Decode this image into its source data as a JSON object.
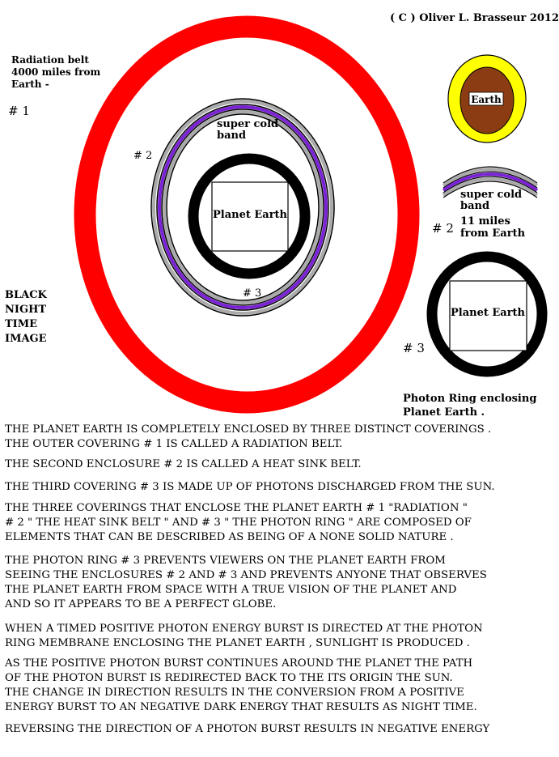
{
  "copyright": "( C ) Oliver L. Brasseur 2012",
  "left_labels": {
    "radiation_belt": [
      "Radiation belt",
      "4000 miles from",
      "Earth -"
    ],
    "num1": "#  1",
    "black_night": [
      "BLACK",
      "NIGHT",
      "TIME",
      "IMAGE"
    ]
  },
  "main_diagram": {
    "num2": "# 2",
    "super_cold": [
      "super cold",
      "band"
    ],
    "planet_earth": "Planet Earth",
    "num3": "# 3"
  },
  "right_diagram": {
    "earth": "Earth",
    "super_cold": [
      "super cold",
      "band"
    ],
    "num2": "# 2",
    "distance": [
      "11 miles",
      "from Earth"
    ],
    "planet_earth": "Planet Earth",
    "num3": "# 3",
    "photon_caption": [
      "Photon Ring enclosing",
      "Planet Earth ."
    ]
  },
  "colors": {
    "radiation": "#ff0000",
    "ring": "#000000",
    "band_grey": "#aaaaaa",
    "band_purple": "#7b22d6",
    "earth_fill": "#8b3c12",
    "earth_rim": "#ffff00"
  },
  "paragraphs": [
    [
      "THE PLANET EARTH IS COMPLETELY ENCLOSED BY THREE DISTINCT COVERINGS .",
      "THE OUTER COVERING # 1 IS CALLED A RADIATION BELT."
    ],
    [
      "THE SECOND ENCLOSURE # 2 IS CALLED A HEAT  SINK BELT."
    ],
    [
      "THE THIRD COVERING # 3 IS MADE UP OF PHOTONS DISCHARGED FROM THE SUN."
    ],
    [
      "THE THREE COVERINGS THAT ENCLOSE THE PLANET EARTH # 1 \"RADIATION \"",
      "# 2 \" THE HEAT SINK BELT \" AND # 3 \" THE PHOTON RING \" ARE COMPOSED OF",
      "ELEMENTS THAT CAN BE DESCRIBED AS BEING OF A NONE SOLID NATURE ."
    ],
    [
      "THE PHOTON RING # 3 PREVENTS VIEWERS ON THE PLANET EARTH FROM",
      "SEEING THE ENCLOSURES # 2 AND # 3 AND PREVENTS ANYONE THAT OBSERVES",
      "THE PLANET EARTH FROM SPACE WITH A TRUE VISION OF THE PLANET AND",
      "AND SO IT APPEARS TO BE A PERFECT GLOBE."
    ],
    [
      "WHEN A TIMED POSITIVE PHOTON ENERGY BURST IS DIRECTED AT THE PHOTON",
      "RING MEMBRANE ENCLOSING THE PLANET EARTH , SUNLIGHT IS PRODUCED ."
    ],
    [
      "AS THE POSITIVE PHOTON BURST CONTINUES AROUND THE PLANET THE PATH",
      "OF THE PHOTON BURST IS REDIRECTED BACK TO THE ITS ORIGIN THE SUN.",
      "THE CHANGE IN DIRECTION RESULTS IN THE CONVERSION FROM A POSITIVE",
      "ENERGY BURST TO AN NEGATIVE DARK ENERGY THAT RESULTS AS NIGHT TIME."
    ],
    [
      "REVERSING THE DIRECTION OF A PHOTON BURST RESULTS IN NEGATIVE ENERGY"
    ]
  ]
}
